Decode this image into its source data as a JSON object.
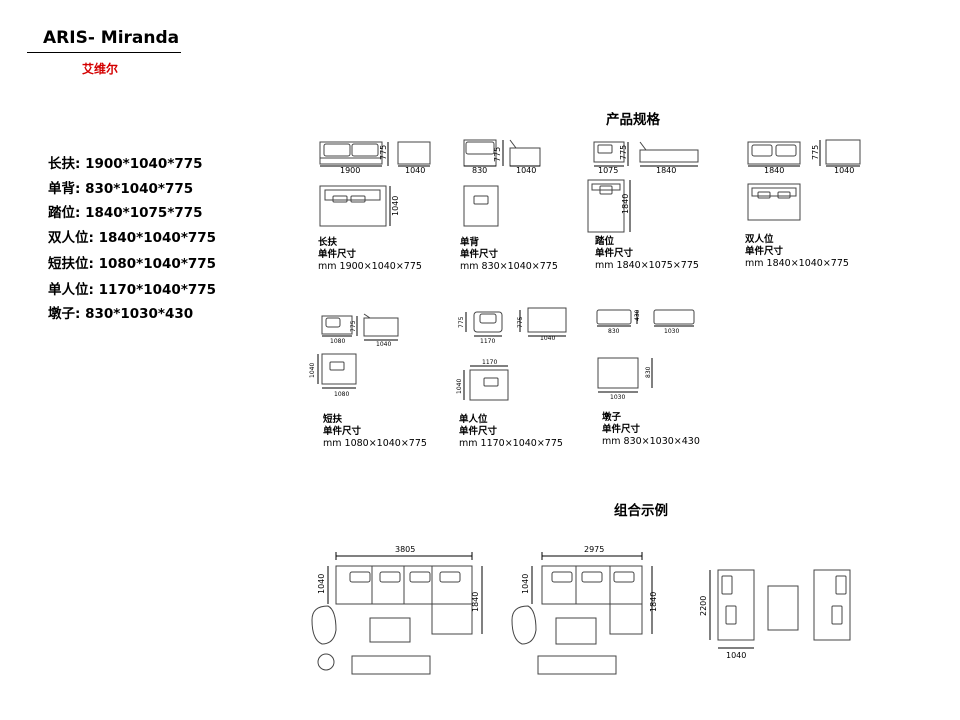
{
  "header": {
    "title": "ARIS- Miranda",
    "subtitle": "艾维尔"
  },
  "specs": [
    {
      "label": "长扶",
      "dims": "1900*1040*775"
    },
    {
      "label": "单背",
      "dims": "830*1040*775"
    },
    {
      "label": "踏位",
      "dims": "1840*1075*775"
    },
    {
      "label": "双人位",
      "dims": "1840*1040*775"
    },
    {
      "label": "短扶位",
      "dims": "1080*1040*775"
    },
    {
      "label": "单人位",
      "dims": "1170*1040*775"
    },
    {
      "label": "墩子",
      "dims": "830*1030*430"
    }
  ],
  "section_specs": "产品规格",
  "section_combo": "组合示例",
  "products": [
    {
      "name": "长扶",
      "unit": "单件尺寸",
      "mm": "mm  1900×1040×775",
      "w": "1900",
      "d": "1040",
      "h": "775",
      "d2": "1040"
    },
    {
      "name": "单背",
      "unit": "单件尺寸",
      "mm": "mm  830×1040×775",
      "w": "830",
      "d": "1040",
      "h": "775"
    },
    {
      "name": "踏位",
      "unit": "单件尺寸",
      "mm": "mm  1840×1075×775",
      "w": "1075",
      "d": "1840",
      "h": "775",
      "d2": "1840"
    },
    {
      "name": "双人位",
      "unit": "单件尺寸",
      "mm": "mm  1840×1040×775",
      "w": "1840",
      "d": "1040",
      "h": "775"
    },
    {
      "name": "短扶",
      "unit": "单件尺寸",
      "mm": "mm  1080×1040×775",
      "w": "1080",
      "d": "1040",
      "h": "775",
      "d2": "1040",
      "w2": "1080"
    },
    {
      "name": "单人位",
      "unit": "单件尺寸",
      "mm": "mm  1170×1040×775",
      "w": "1170",
      "d": "1040",
      "h": "775",
      "w2": "1170",
      "d2": "1040",
      "h2": "775"
    },
    {
      "name": "墩子",
      "unit": "单件尺寸",
      "mm": "mm  830×1030×430",
      "w": "830",
      "d": "1030",
      "h": "430",
      "w2": "1030",
      "d2": "830"
    }
  ],
  "combos": [
    {
      "width": "3805",
      "depth": "1040",
      "length": "1840"
    },
    {
      "width": "2975",
      "depth": "1040",
      "length": "1840"
    },
    {
      "length": "2200",
      "depth": "1040"
    }
  ]
}
